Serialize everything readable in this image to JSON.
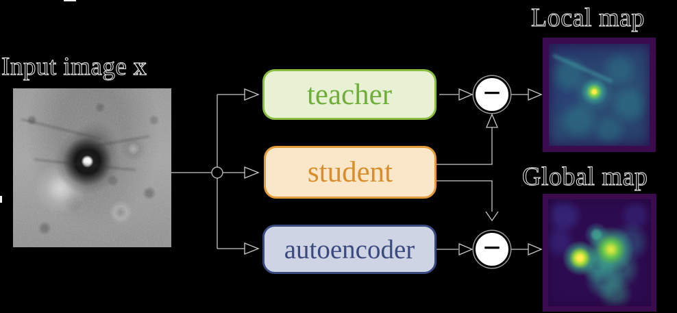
{
  "figure": {
    "background_color": "#000000",
    "input": {
      "label_prefix": "Input image ",
      "label_var": "x",
      "description": "grayscale lunar surface image with central anomaly"
    },
    "nodes": [
      {
        "id": "teacher",
        "label": "teacher",
        "fill": "#e8f1d3",
        "border": "#8abc42",
        "text_color": "#70ae3c"
      },
      {
        "id": "student",
        "label": "student",
        "fill": "#fae6c8",
        "border": "#e29a3a",
        "text_color": "#d98e2b"
      },
      {
        "id": "autoencoder",
        "label": "autoencoder",
        "fill": "#ced4e4",
        "border": "#3a4a7e",
        "text_color": "#3a4a7e"
      }
    ],
    "operators": [
      {
        "id": "minus-top",
        "symbol": "−"
      },
      {
        "id": "minus-bottom",
        "symbol": "−"
      }
    ],
    "outputs": [
      {
        "id": "local-map",
        "label": "Local map",
        "style": "viridis heatmap, bright spot at center"
      },
      {
        "id": "global-map",
        "label": "Global map",
        "style": "viridis heatmap, two bright spots lower-center"
      }
    ],
    "colors": {
      "connector_line": "#c8c8c8",
      "operator_fill": "#ffffff",
      "operator_stroke": "#000000",
      "map_frame": "#3a0b4d",
      "label_outline": "#d9d9d9"
    }
  }
}
